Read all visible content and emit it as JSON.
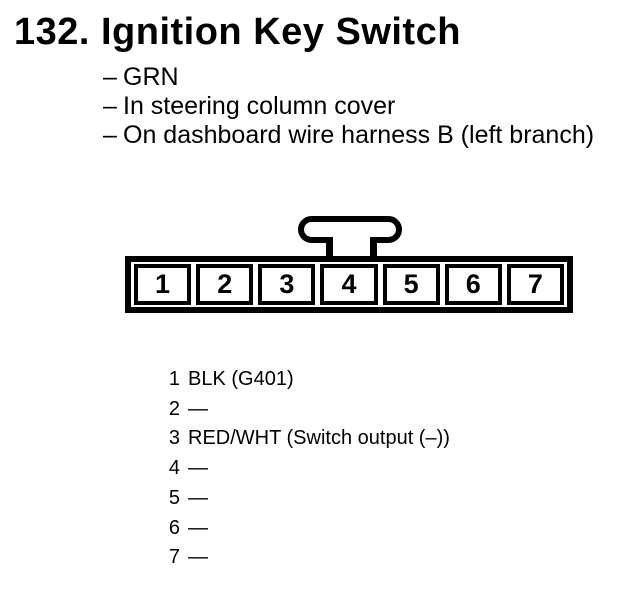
{
  "page": {
    "background": "#ffffff",
    "text_color": "#000000"
  },
  "header": {
    "number": "132.",
    "title": "Ignition Key Switch",
    "bullet": "–",
    "notes": [
      "GRN",
      "In steering column cover",
      "On dashboard wire harness B (left branch)"
    ]
  },
  "connector": {
    "pin_count": 7,
    "pins": [
      "1",
      "2",
      "3",
      "4",
      "5",
      "6",
      "7"
    ]
  },
  "pinout": [
    {
      "pin": "1",
      "label": "BLK (G401)"
    },
    {
      "pin": "2",
      "label": "—"
    },
    {
      "pin": "3",
      "label": "RED/WHT (Switch output (–))"
    },
    {
      "pin": "4",
      "label": "—"
    },
    {
      "pin": "5",
      "label": "—"
    },
    {
      "pin": "6",
      "label": "—"
    },
    {
      "pin": "7",
      "label": "—"
    }
  ]
}
